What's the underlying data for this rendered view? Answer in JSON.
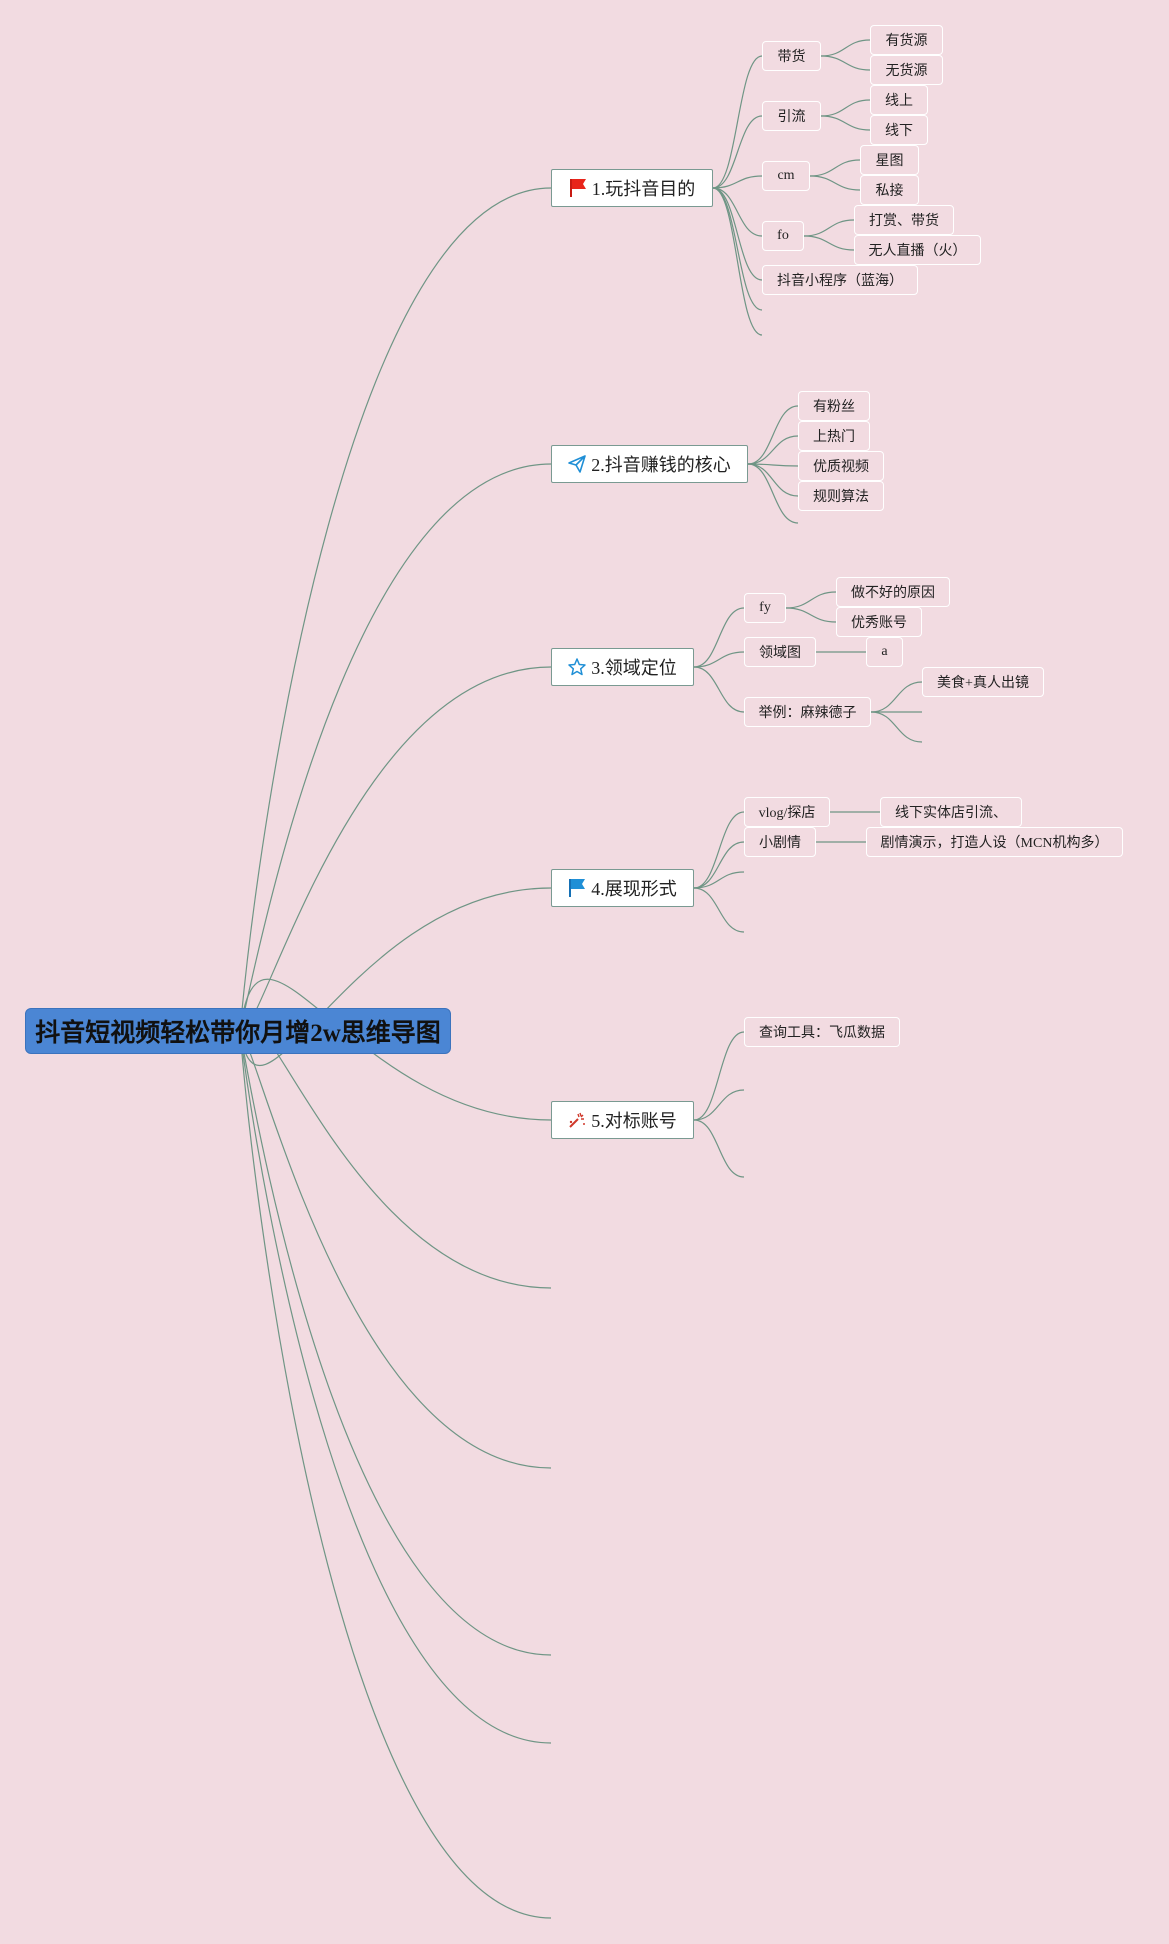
{
  "root": {
    "id": "root",
    "label": "抖音短视频轻松带你月增2w思维导图"
  },
  "branches": [
    {
      "id": "b1",
      "label": "1.玩抖音目的",
      "icon": "red-flag-icon",
      "children": [
        {
          "id": "b1c1",
          "label": "带货",
          "children": [
            {
              "id": "b1c1a",
              "label": "有货源"
            },
            {
              "id": "b1c1b",
              "label": "无货源"
            }
          ]
        },
        {
          "id": "b1c2",
          "label": "引流",
          "children": [
            {
              "id": "b1c2a",
              "label": "线上"
            },
            {
              "id": "b1c2b",
              "label": "线下"
            }
          ]
        },
        {
          "id": "b1c3",
          "label": "cm",
          "children": [
            {
              "id": "b1c3a",
              "label": "星图"
            },
            {
              "id": "b1c3b",
              "label": "私接"
            }
          ]
        },
        {
          "id": "b1c4",
          "label": "fo",
          "children": [
            {
              "id": "b1c4a",
              "label": "打赏、带货"
            },
            {
              "id": "b1c4b",
              "label": "无人直播（火）"
            }
          ]
        },
        {
          "id": "b1c5",
          "label": "抖音小程序（蓝海）"
        }
      ]
    },
    {
      "id": "b2",
      "label": "2.抖音赚钱的核心",
      "icon": "paper-plane-icon",
      "children": [
        {
          "id": "b2c1",
          "label": "有粉丝"
        },
        {
          "id": "b2c2",
          "label": "上热门"
        },
        {
          "id": "b2c3",
          "label": "优质视频"
        },
        {
          "id": "b2c4",
          "label": "规则算法"
        }
      ]
    },
    {
      "id": "b3",
      "label": "3.领域定位",
      "icon": "star-icon",
      "children": [
        {
          "id": "b3c1",
          "label": "fy",
          "children": [
            {
              "id": "b3c1a",
              "label": "做不好的原因"
            },
            {
              "id": "b3c1b",
              "label": "优秀账号"
            }
          ]
        },
        {
          "id": "b3c2",
          "label": "领域图",
          "children": [
            {
              "id": "b3c2a",
              "label": "a"
            }
          ]
        },
        {
          "id": "b3c3",
          "label": "举例：麻辣德子",
          "children": [
            {
              "id": "b3c3a",
              "label": "美食+真人出镜"
            }
          ]
        }
      ]
    },
    {
      "id": "b4",
      "label": "4.展现形式",
      "icon": "blue-flag-icon",
      "children": [
        {
          "id": "b4c1",
          "label": "vlog/探店",
          "children": [
            {
              "id": "b4c1a",
              "label": "线下实体店引流、"
            }
          ]
        },
        {
          "id": "b4c2",
          "label": "小剧情",
          "children": [
            {
              "id": "b4c2a",
              "label": "剧情演示，打造人设（MCN机构多）"
            }
          ]
        }
      ]
    },
    {
      "id": "b5",
      "label": "5.对标账号",
      "icon": "magic-wand-icon",
      "children": [
        {
          "id": "b5c1",
          "label": "查询工具：飞瓜数据"
        }
      ]
    }
  ],
  "colors": {
    "background": "#f2dbe1",
    "root": "#4b86d4",
    "link": "#6f9585",
    "red_flag": "#e8241a",
    "blue": "#1f8fd6"
  }
}
